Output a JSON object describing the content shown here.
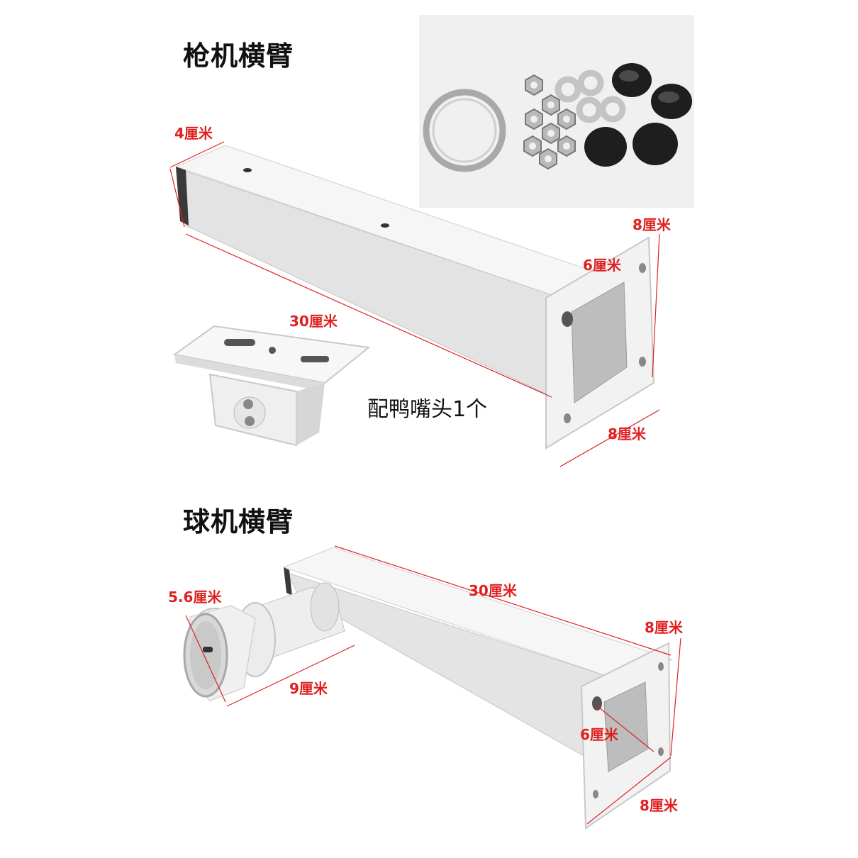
{
  "sections": {
    "gun": {
      "title": "枪机横臂",
      "note": "配鸭嘴头1个",
      "dims": {
        "depth": "4厘米",
        "length": "30厘米",
        "plate_height": "8厘米",
        "tube": "6厘米",
        "plate_width": "8厘米"
      }
    },
    "dome": {
      "title": "球机横臂",
      "dims": {
        "diameter": "5.6厘米",
        "length": "30厘米",
        "neck": "9厘米",
        "plate_height": "8厘米",
        "tube": "6厘米",
        "plate_width": "8厘米"
      }
    }
  },
  "colors": {
    "dimension": "#e02020",
    "metal": "#ededed",
    "rubber_cap": "#1e1e1e"
  }
}
